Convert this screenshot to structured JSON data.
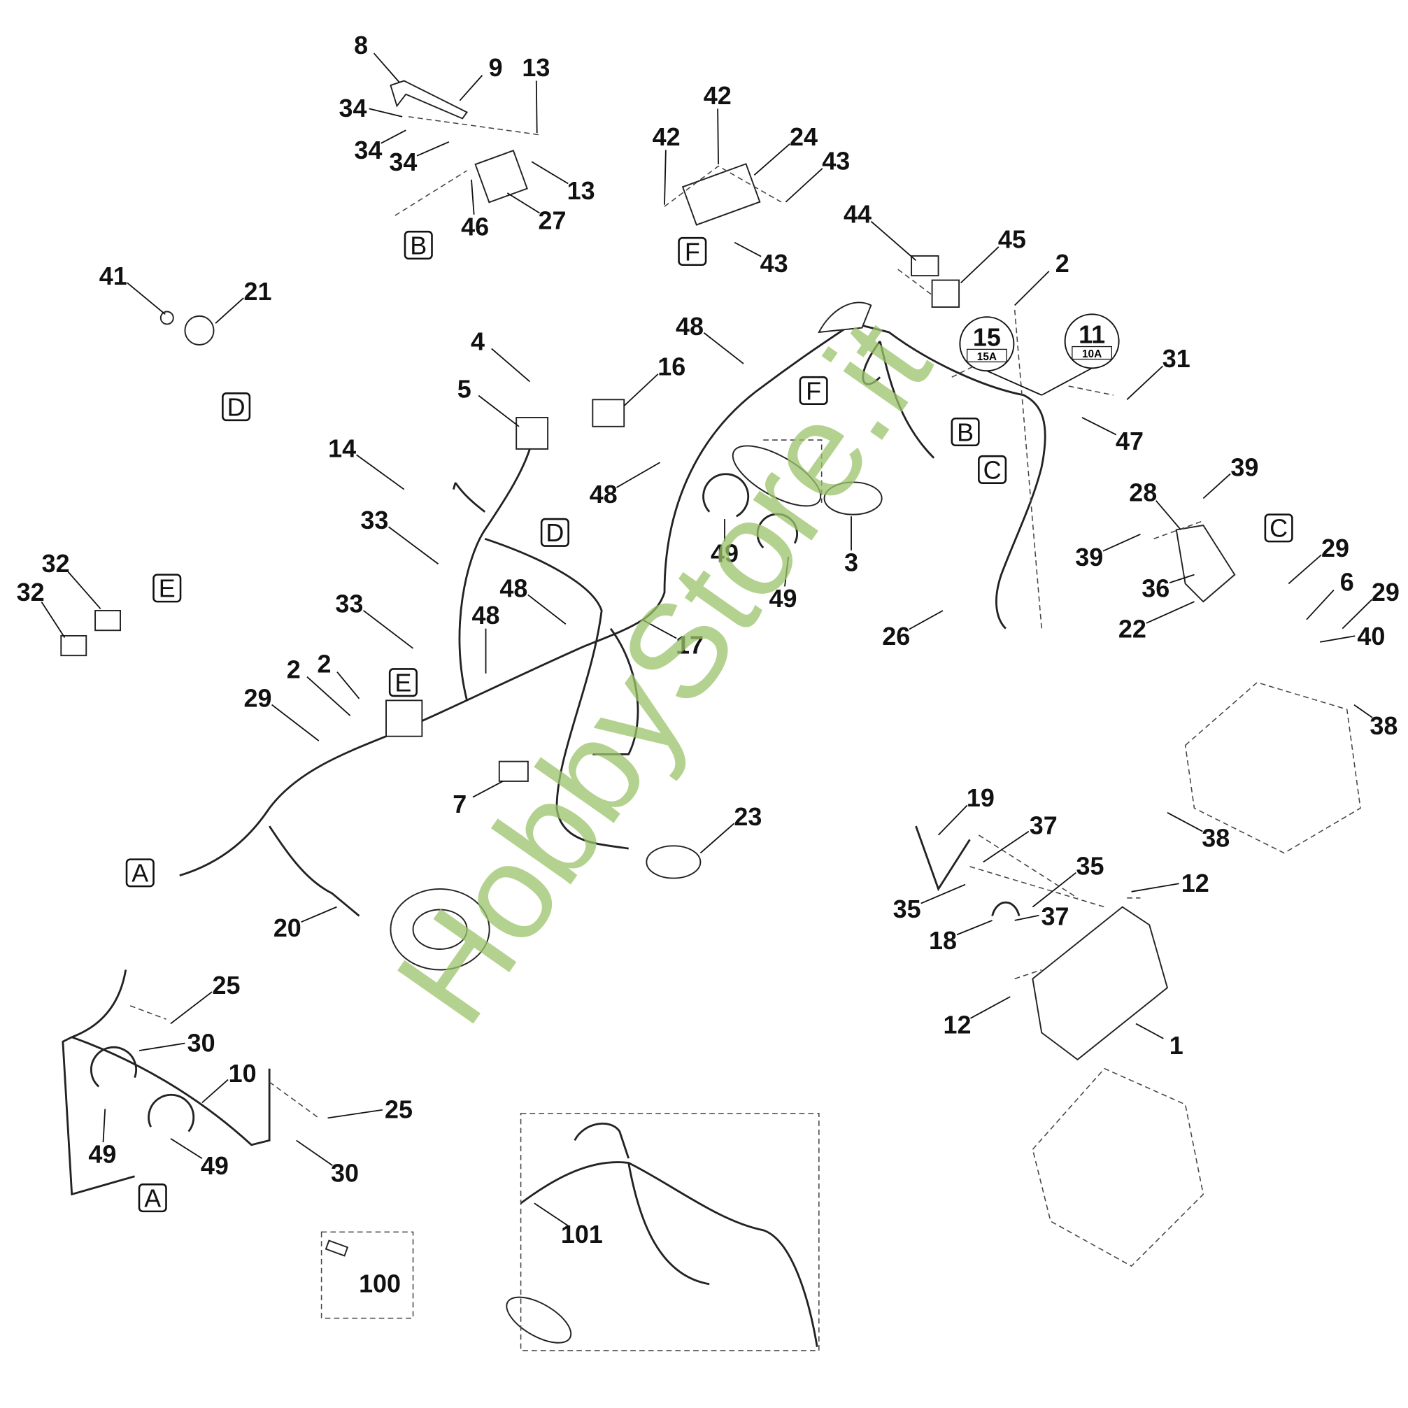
{
  "diagram": {
    "callouts": [
      "8",
      "9",
      "13",
      "34",
      "34",
      "34",
      "46",
      "27",
      "13",
      "42",
      "42",
      "24",
      "43",
      "43",
      "44",
      "45",
      "2",
      "31",
      "47",
      "41",
      "21",
      "4",
      "5",
      "16",
      "48",
      "14",
      "33",
      "48",
      "49",
      "49",
      "3",
      "28",
      "39",
      "39",
      "29",
      "36",
      "6",
      "29",
      "22",
      "40",
      "38",
      "38",
      "32",
      "32",
      "33",
      "48",
      "48",
      "17",
      "26",
      "2",
      "2",
      "29",
      "7",
      "23",
      "20",
      "19",
      "37",
      "35",
      "12",
      "35",
      "37",
      "18",
      "12",
      "1",
      "25",
      "30",
      "10",
      "25",
      "49",
      "49",
      "30",
      "100",
      "101"
    ],
    "section_markers": [
      "B",
      "F",
      "D",
      "F",
      "B",
      "C",
      "D",
      "C",
      "E",
      "E",
      "A",
      "A"
    ],
    "fuses": [
      {
        "number": "15",
        "rating": "15A"
      },
      {
        "number": "11",
        "rating": "10A"
      }
    ],
    "watermark": "HobbyStore.it"
  }
}
